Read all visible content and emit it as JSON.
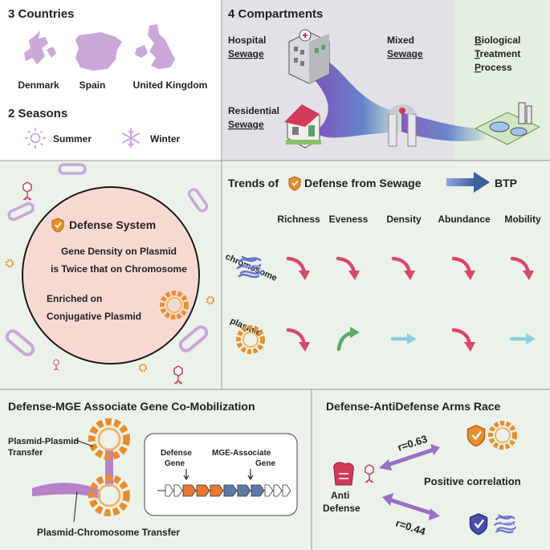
{
  "top_left": {
    "countries_title": "3 Countries",
    "countries": [
      "Denmark",
      "Spain",
      "United Kingdom"
    ],
    "seasons_title": "2 Seasons",
    "seasons": [
      "Summer",
      "Winter"
    ]
  },
  "top_right": {
    "title": "4 Compartments",
    "hospital": [
      "Hospital",
      "Sewage"
    ],
    "residential": [
      "Residential",
      "Sewage"
    ],
    "mixed": [
      "Mixed",
      "Sewage"
    ],
    "btp": [
      {
        "initial": "B",
        "rest": "iological"
      },
      {
        "initial": "T",
        "rest": "reatment"
      },
      {
        "initial": "P",
        "rest": "rocess"
      }
    ]
  },
  "middle_left": {
    "title": "Defense System",
    "line1": "Gene Density on Plasmid",
    "line2": "is Twice that on Chromosome",
    "line3": "Enriched on",
    "line4": "Conjugative Plasmid"
  },
  "trends": {
    "title_pre": "Trends of",
    "title_post": "Defense from Sewage",
    "target": "BTP",
    "metrics": [
      "Richness",
      "Eveness",
      "Density",
      "Abundance",
      "Mobility"
    ],
    "rows": [
      {
        "label": "chromosome",
        "trends": [
          "down",
          "down",
          "down",
          "down",
          "down"
        ]
      },
      {
        "label": "plasmid",
        "trends": [
          "down",
          "up",
          "flat",
          "down",
          "flat"
        ]
      }
    ],
    "colors": {
      "down": "#d9476b",
      "up": "#5fa86a",
      "flat": "#8fd0e0"
    }
  },
  "bottom_left": {
    "title": "Defense-MGE Associate Gene Co-Mobilization",
    "pp_transfer": [
      "Plasmid-Plasmid",
      "Transfer"
    ],
    "pc_transfer": "Plasmid-Chromosome Transfer",
    "defense_gene": [
      "Defense",
      "Gene"
    ],
    "mge_gene": [
      "MGE-Associate",
      "Gene"
    ]
  },
  "bottom_right": {
    "title": "Defense-AntiDefense Arms Race",
    "r_top": "r=0.63",
    "r_bottom": "r=0.44",
    "positive": "Positive correlation",
    "anti": [
      "Anti",
      "Defense"
    ]
  }
}
